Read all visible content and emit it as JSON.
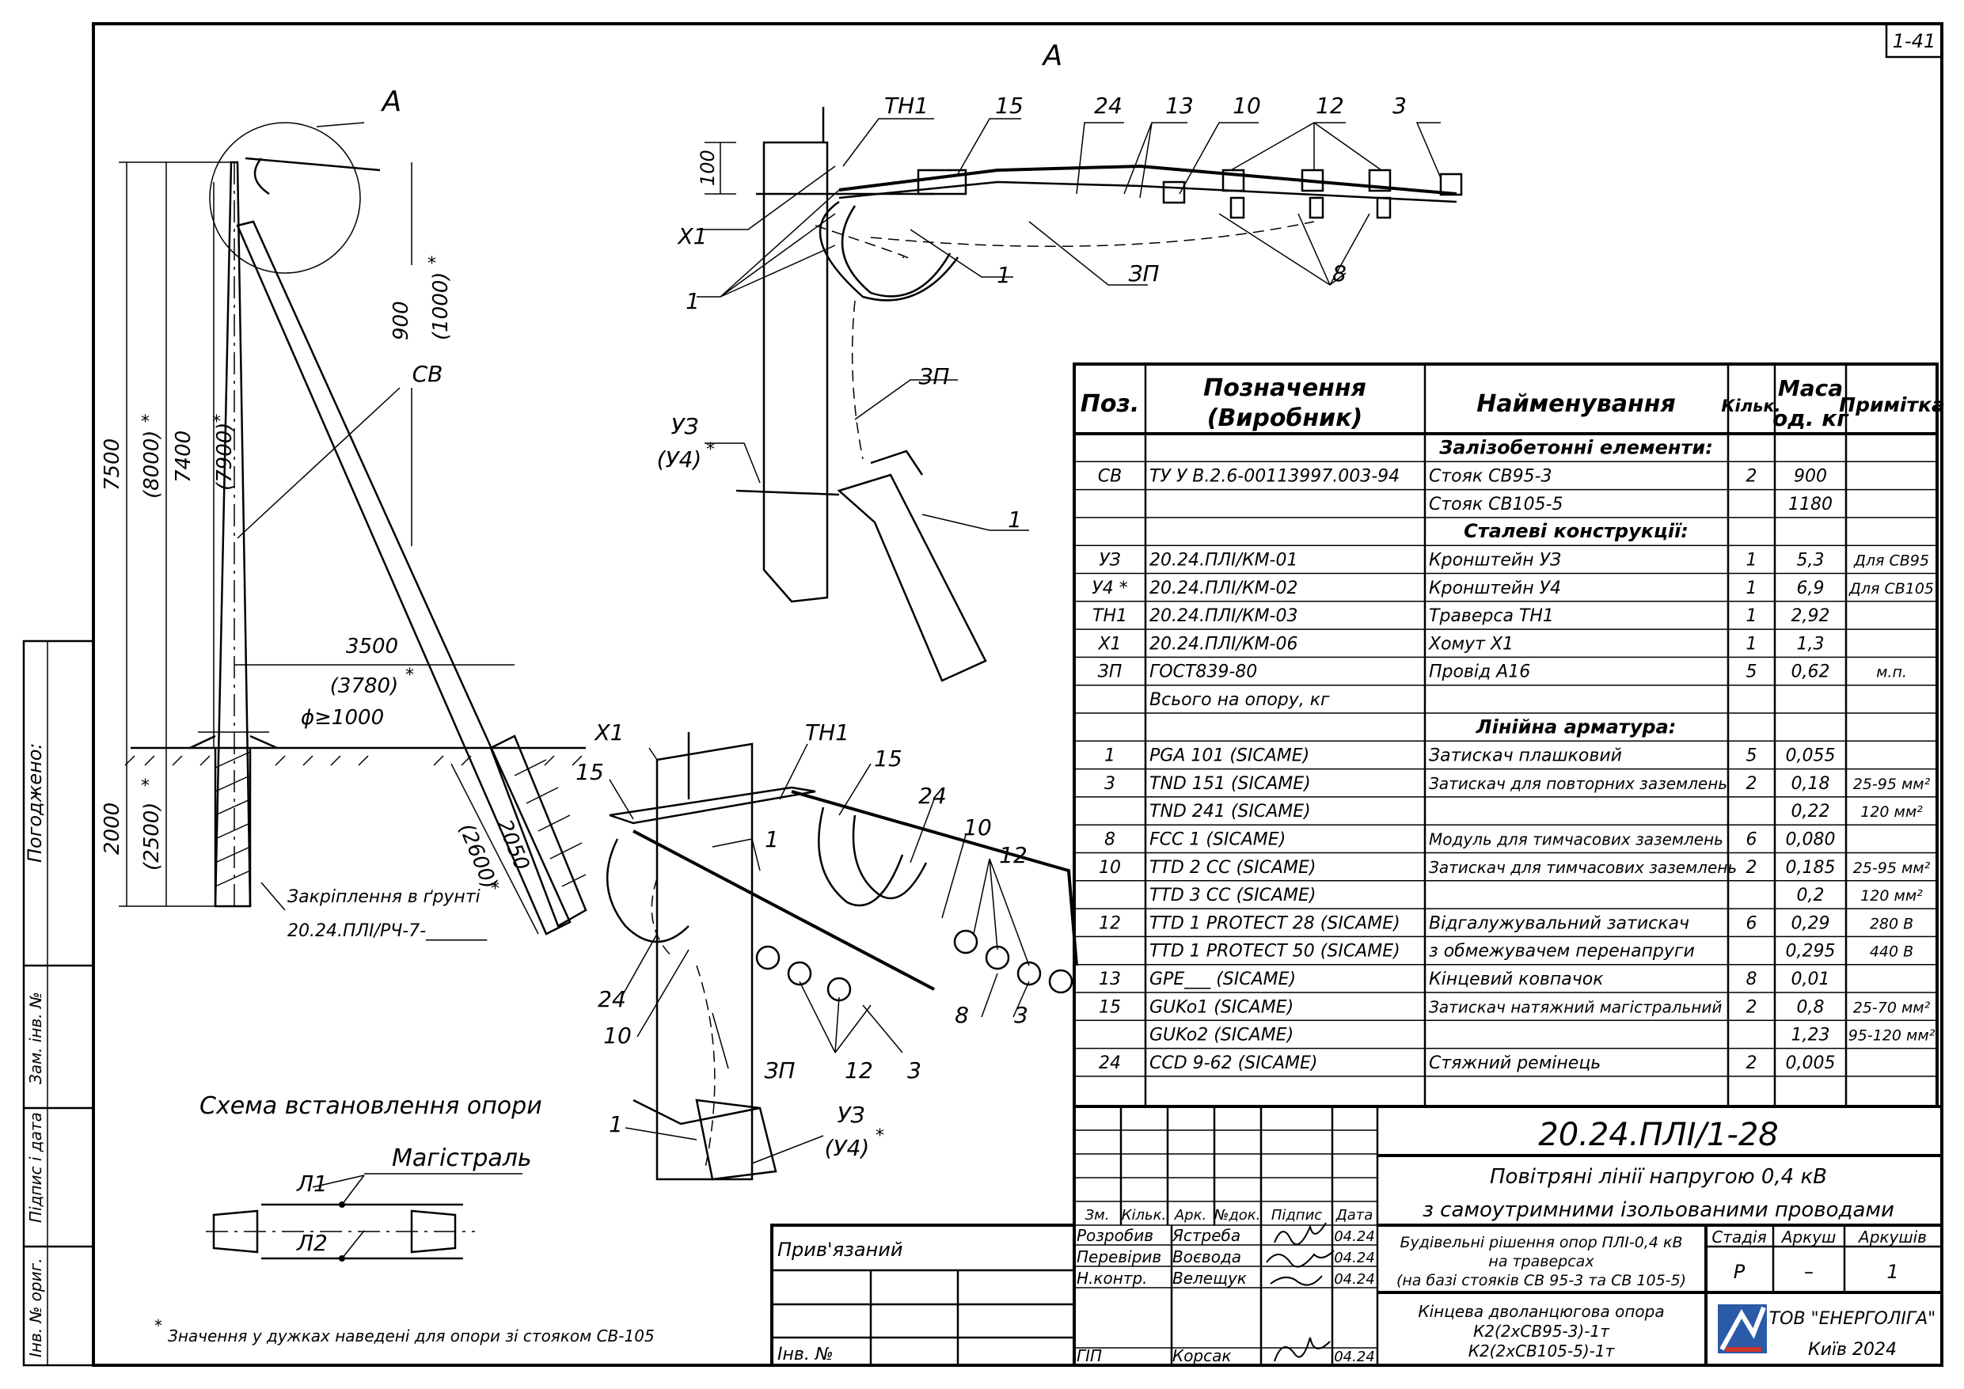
{
  "sheet_number": "1-41",
  "view_label": "A",
  "side_stamp": {
    "soglasovano": "Погоджено:",
    "zam_inv": "Зам. інв. №",
    "pidpys_data": "Підпис і дата",
    "inv_orig": "Інв. № ориг."
  },
  "pole_view": {
    "callout": "A",
    "dims": [
      "7500",
      "(8000)",
      "*",
      "7400",
      "(7900)",
      "*",
      "900",
      "(1000)",
      "*",
      "3500",
      "(3780)",
      "*",
      "ϕ≥1000",
      "2000",
      "(2500)",
      "*",
      "2050",
      "(2600)",
      "*"
    ],
    "label_sv": "СВ",
    "ground_note_1": "Закріплення в ґрунті",
    "ground_note_2": "20.24.ПЛІ/РЧ-7-_______"
  },
  "detail_a": {
    "labels": [
      "ТН1",
      "15",
      "24",
      "13",
      "10",
      "12",
      "3",
      "100",
      "Х1",
      "1",
      "1",
      "ЗП",
      "8",
      "ЗП",
      "УЗ",
      "(У4)",
      "*",
      "1"
    ]
  },
  "iso_view": {
    "labels": [
      "Х1",
      "ТН1",
      "15",
      "15",
      "24",
      "10",
      "12",
      "1",
      "24",
      "10",
      "ЗП",
      "12",
      "3",
      "8",
      "3",
      "1",
      "УЗ",
      "(У4)",
      "*"
    ]
  },
  "scheme": {
    "title": "Схема встановлення опори",
    "main_label": "Магістраль",
    "l1": "Л1",
    "l2": "Л2"
  },
  "footnote_mark": "*",
  "footnote": "Значення у дужках наведені для опори зі стояком СВ-105",
  "table": {
    "headers": [
      "Поз.",
      "Позначення",
      "(Виробник)",
      "Найменування",
      "Кільк.",
      "Маса",
      "од. кг",
      "Примітка"
    ],
    "rows": [
      {
        "type": "section",
        "title": "Залізобетонні елементи:"
      },
      {
        "pos": "СВ",
        "code": "ТУ У В.2.6-00113997.003-94",
        "name": "Стояк СВ95-3",
        "qty": "2",
        "mass": "900",
        "note": ""
      },
      {
        "pos": "",
        "code": "",
        "name": "Стояк СВ105-5",
        "qty": "",
        "mass": "1180",
        "note": ""
      },
      {
        "type": "section",
        "title": "Сталеві конструкції:"
      },
      {
        "pos": "УЗ",
        "code": "20.24.ПЛІ/КМ-01",
        "name": "Кронштейн УЗ",
        "qty": "1",
        "mass": "5,3",
        "note": "Для СВ95"
      },
      {
        "pos": "У4 *",
        "code": "20.24.ПЛІ/КМ-02",
        "name": "Кронштейн У4",
        "qty": "1",
        "mass": "6,9",
        "note": "Для СВ105"
      },
      {
        "pos": "ТН1",
        "code": "20.24.ПЛІ/КМ-03",
        "name": "Траверса ТН1",
        "qty": "1",
        "mass": "2,92",
        "note": ""
      },
      {
        "pos": "Х1",
        "code": "20.24.ПЛІ/КМ-06",
        "name": "Хомут Х1",
        "qty": "1",
        "mass": "1,3",
        "note": ""
      },
      {
        "pos": "ЗП",
        "code": "ГОСТ839-80",
        "name": "Провід А16",
        "qty": "5",
        "mass": "0,62",
        "note": "м.п."
      },
      {
        "pos": "",
        "code": "Всього на опору, кг",
        "name": "",
        "qty": "",
        "mass": "",
        "note": ""
      },
      {
        "type": "section",
        "title": "Лінійна арматура:"
      },
      {
        "pos": "1",
        "code": "PGA 101  (SICAME)",
        "name": "Затискач плашковий",
        "qty": "5",
        "mass": "0,055",
        "note": ""
      },
      {
        "pos": "3",
        "code": "TND 151  (SICAME)",
        "name": "Затискач для повторних заземлень",
        "qty": "2",
        "mass": "0,18",
        "note": "25-95 мм²"
      },
      {
        "pos": "",
        "code": "TND 241  (SICAME)",
        "name": "",
        "qty": "",
        "mass": "0,22",
        "note": "120 мм²"
      },
      {
        "pos": "8",
        "code": "FCC 1  (SICAME)",
        "name": "Модуль для тимчасових заземлень",
        "qty": "6",
        "mass": "0,080",
        "note": ""
      },
      {
        "pos": "10",
        "code": "TTD 2 CC  (SICAME)",
        "name": "Затискач для тимчасових заземлень",
        "qty": "2",
        "mass": "0,185",
        "note": "25-95 мм²"
      },
      {
        "pos": "",
        "code": "TTD 3 CC  (SICAME)",
        "name": "",
        "qty": "",
        "mass": "0,2",
        "note": "120 мм²"
      },
      {
        "pos": "12",
        "code": "TTD 1 PROTECT 28  (SICAME)",
        "name": "Відгалужувальний затискач",
        "qty": "6",
        "mass": "0,29",
        "note": "280 В"
      },
      {
        "pos": "",
        "code": "TTD 1 PROTECT 50  (SICAME)",
        "name": "з обмежувачем перенапруги",
        "qty": "",
        "mass": "0,295",
        "note": "440 В"
      },
      {
        "pos": "13",
        "code": "GPE___  (SICAME)",
        "name": "Кінцевий ковпачок",
        "qty": "8",
        "mass": "0,01",
        "note": ""
      },
      {
        "pos": "15",
        "code": "GUKo1  (SICAME)",
        "name": "Затискач натяжний магістральний",
        "qty": "2",
        "mass": "0,8",
        "note": "25-70 мм²"
      },
      {
        "pos": "",
        "code": "GUKo2  (SICAME)",
        "name": "",
        "qty": "",
        "mass": "1,23",
        "note": "95-120 мм²"
      },
      {
        "pos": "24",
        "code": "CCD 9-62  (SICAME)",
        "name": "Стяжний ремінець",
        "qty": "2",
        "mass": "0,005",
        "note": ""
      }
    ]
  },
  "title_block": {
    "doc_code": "20.24.ПЛІ/1-28",
    "title_line1": "Повітряні лінії напругою 0,4 кВ",
    "title_line2": "з самоутримними ізольованими проводами",
    "col_headers": [
      "Зм.",
      "Кільк.",
      "Арк.",
      "№док.",
      "Підпис",
      "Дата"
    ],
    "roles": [
      {
        "role": "Розробив",
        "name": "Ястреба",
        "date": "04.24"
      },
      {
        "role": "Перевірив",
        "name": "Воєвода",
        "date": "04.24"
      },
      {
        "role": "Н.контр.",
        "name": "Велещук",
        "date": "04.24"
      },
      {
        "role": "ГІП",
        "name": "Корсак",
        "date": "04.24"
      }
    ],
    "section_desc": [
      "Будівельні рішення опор ПЛІ-0,4 кВ",
      "на траверсах",
      "(на базі стояків СВ 95-3 та СВ 105-5)"
    ],
    "stage_label": "Стадія",
    "sheet_label": "Аркуш",
    "sheets_label": "Аркушів",
    "stage_value": "Р",
    "sheet_value": "–",
    "sheets_value": "1",
    "sheet_desc": [
      "Кінцева дволанцюгова опора",
      "К2(2хСВ95-3)-1т",
      "К2(2хСВ105-5)-1т"
    ],
    "company": "ТОВ \"ЕНЕРГОЛІГА\"",
    "city": "Київ 2024",
    "privyazany": "Прив'язаний",
    "inv_no": "Інв. №"
  },
  "colors": {
    "logo_blue": "#2b5aa8",
    "logo_red": "#d0342c"
  }
}
